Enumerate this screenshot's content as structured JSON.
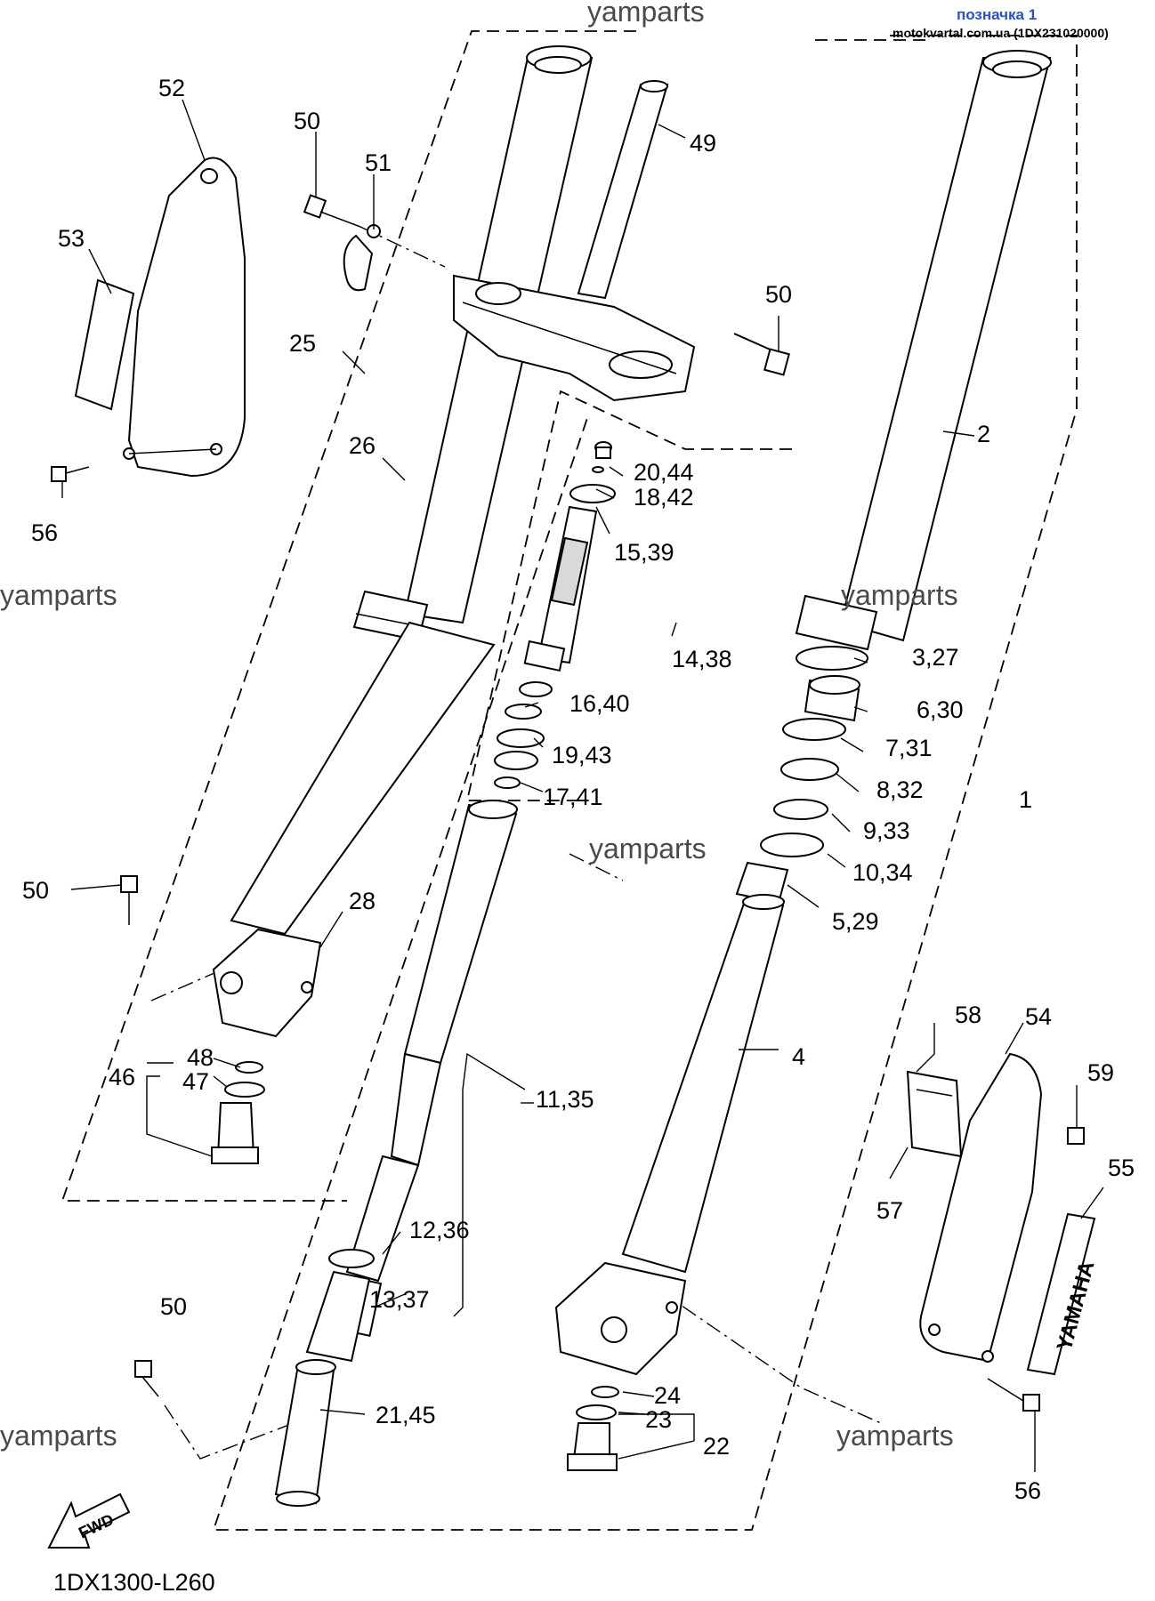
{
  "header": {
    "title": "позначка 1",
    "subtitle": "motokvartal.com.ua (1DX231020000)"
  },
  "watermark": "yamparts",
  "diagram_code": "1DX1300-L260",
  "fwd_label": "FWD",
  "brand_decal": "YAMAHA",
  "callouts": {
    "c1": "1",
    "c2": "2",
    "c3_27": "3,27",
    "c4": "4",
    "c5_29": "5,29",
    "c6_30": "6,30",
    "c7_31": "7,31",
    "c8_32": "8,32",
    "c9_33": "9,33",
    "c10_34": "10,34",
    "c11_35": "11,35",
    "c12_36": "12,36",
    "c13_37": "13,37",
    "c14_38": "14,38",
    "c15_39": "15,39",
    "c16_40": "16,40",
    "c17_41": "17,41",
    "c18_42": "18,42",
    "c19_43": "19,43",
    "c20_44": "20,44",
    "c21_45": "21,45",
    "c22": "22",
    "c23": "23",
    "c24": "24",
    "c25": "25",
    "c26": "26",
    "c28": "28",
    "c46": "46",
    "c47": "47",
    "c48": "48",
    "c49": "49",
    "c50": "50",
    "c51": "51",
    "c52": "52",
    "c53": "53",
    "c54": "54",
    "c55": "55",
    "c56": "56",
    "c57": "57",
    "c58": "58",
    "c59": "59"
  }
}
